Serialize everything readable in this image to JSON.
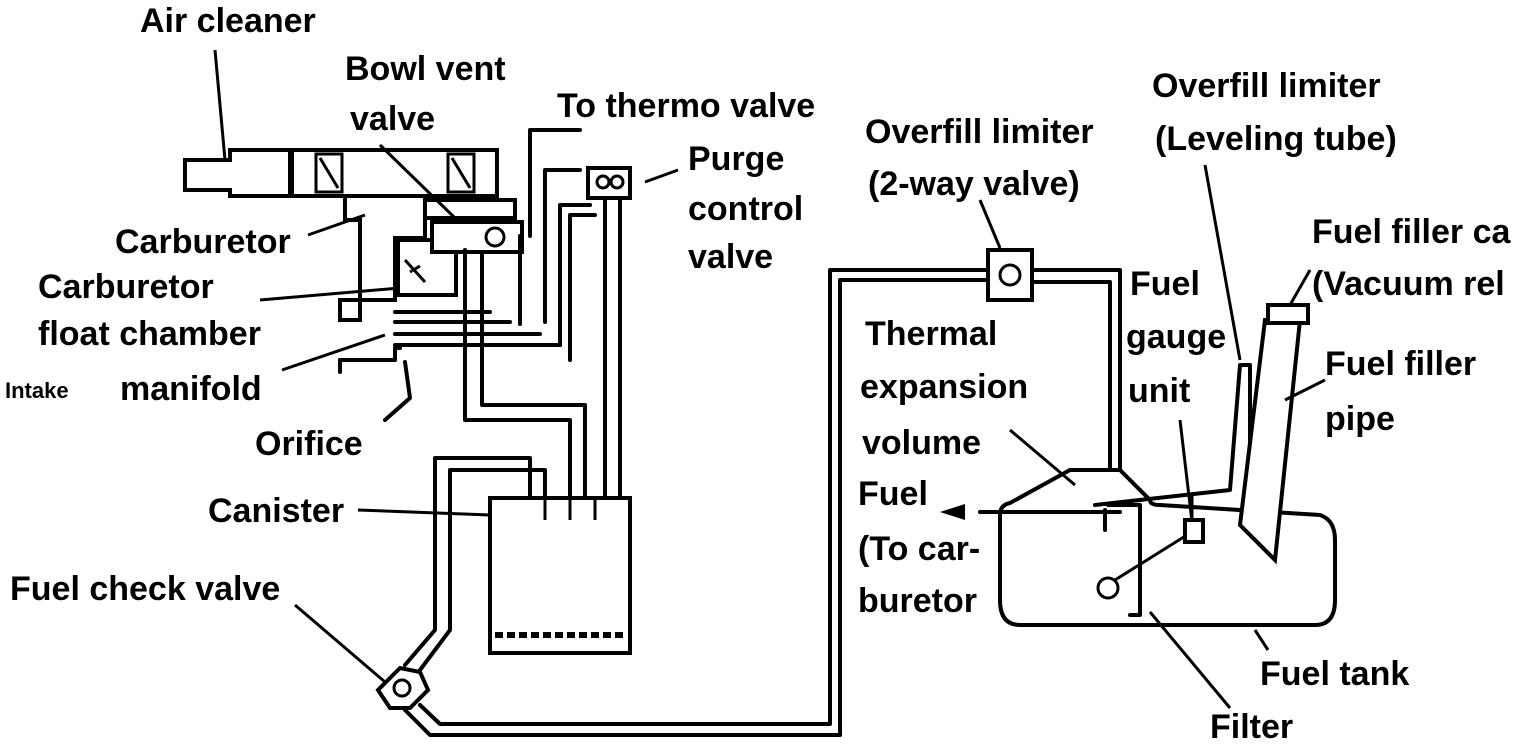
{
  "labels": {
    "air_cleaner": "Air cleaner",
    "bowl_vent_valve_1": "Bowl vent",
    "bowl_vent_valve_2": "valve",
    "to_thermo_valve": "To thermo valve",
    "purge_1": "Purge",
    "purge_2": "control",
    "purge_3": "valve",
    "carburetor": "Carburetor",
    "float_1": "Carburetor",
    "float_2": "float chamber",
    "intake": "Intake",
    "manifold": "manifold",
    "orifice": "Orifice",
    "canister": "Canister",
    "fuel_check_valve": "Fuel check valve",
    "overfill_2way_1": "Overfill limiter",
    "overfill_2way_2": "(2-way valve)",
    "overfill_level_1": "Overfill limiter",
    "overfill_level_2": "(Leveling tube)",
    "fuel_filler_cap_1": "Fuel filler ca",
    "fuel_filler_cap_2": "(Vacuum rel",
    "fuel_gauge_1": "Fuel",
    "fuel_gauge_2": "gauge",
    "fuel_gauge_3": "unit",
    "thermal_1": "Thermal",
    "thermal_2": "expansion",
    "thermal_3": "volume",
    "fuel_to_carb_1": "Fuel",
    "fuel_to_carb_2": "(To car-",
    "fuel_to_carb_3": "buretor",
    "fuel_filler_pipe_1": "Fuel filler",
    "fuel_filler_pipe_2": "pipe",
    "fuel_tank": "Fuel tank",
    "filter": "Filter"
  }
}
